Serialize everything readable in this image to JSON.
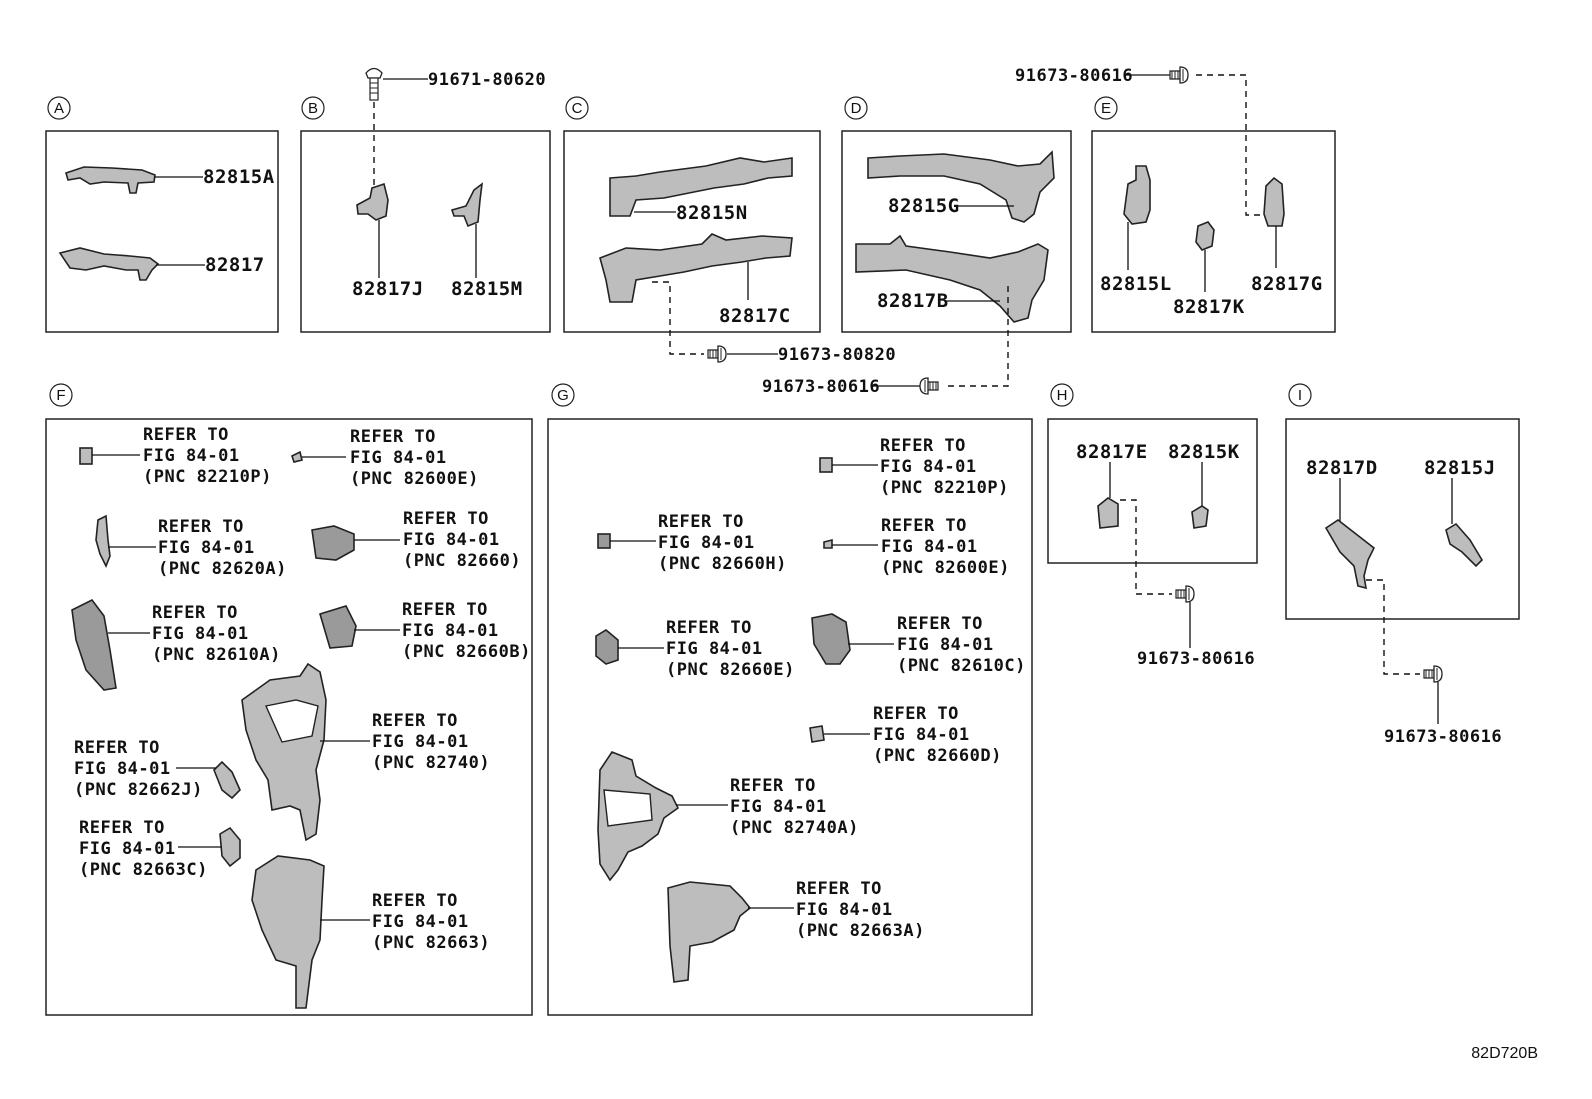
{
  "sections": {
    "A": {
      "letter": "A",
      "parts": [
        "82815A",
        "82817"
      ]
    },
    "B": {
      "letter": "B",
      "parts": [
        "82817J",
        "82815M"
      ]
    },
    "C": {
      "letter": "C",
      "parts": [
        "82815N",
        "82817C"
      ]
    },
    "D": {
      "letter": "D",
      "parts": [
        "82815G",
        "82817B"
      ]
    },
    "E": {
      "letter": "E",
      "parts": [
        "82815L",
        "82817K",
        "82817G"
      ]
    },
    "F": {
      "letter": "F"
    },
    "G": {
      "letter": "G"
    },
    "H": {
      "letter": "H",
      "parts": [
        "82817E",
        "82815K"
      ]
    },
    "I": {
      "letter": "I",
      "parts": [
        "82817D",
        "82815J"
      ]
    }
  },
  "bolts": {
    "b_top": "91671-80620",
    "e_top": "91673-80616",
    "c_bottom": "91673-80820",
    "d_bottom": "91673-80616",
    "h_bottom": "91673-80616",
    "i_bottom": "91673-80616"
  },
  "refer": {
    "line1": "REFER TO",
    "line2": "FIG 84-01",
    "f": [
      "(PNC 82210P)",
      "(PNC 82600E)",
      "(PNC 82620A)",
      "(PNC 82660)",
      "(PNC 82610A)",
      "(PNC 82660B)",
      "(PNC 82740)",
      "(PNC 82662J)",
      "(PNC 82663C)",
      "(PNC 82663)"
    ],
    "g": [
      "(PNC 82210P)",
      "(PNC 82660H)",
      "(PNC 82600E)",
      "(PNC 82660E)",
      "(PNC 82610C)",
      "(PNC 82660D)",
      "(PNC 82740A)",
      "(PNC 82663A)"
    ]
  },
  "diagram_code": "82D720B"
}
